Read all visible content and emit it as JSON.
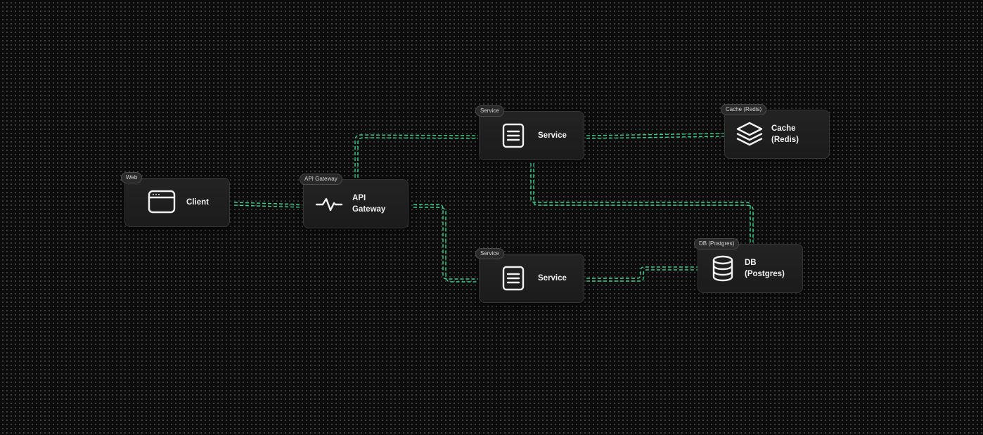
{
  "canvas": {
    "background_color": "#0c0c0c",
    "dot_color": "#4a4a4a",
    "edge_color": "#3fcf8e"
  },
  "nodes": {
    "client": {
      "badge": "Web",
      "label": "Client",
      "icon": "browser-window-icon"
    },
    "gateway": {
      "badge": "API Gateway",
      "label": "API\nGateway",
      "icon": "activity-pulse-icon"
    },
    "service_top": {
      "badge": "Service",
      "label": "Service",
      "icon": "document-lines-icon"
    },
    "cache": {
      "badge": "Cache (Redis)",
      "label": "Cache\n(Redis)",
      "icon": "layers-stack-icon"
    },
    "service_bottom": {
      "badge": "Service",
      "label": "Service",
      "icon": "document-lines-icon"
    },
    "db": {
      "badge": "DB (Postgres)",
      "label": "DB\n(Postgres)",
      "icon": "database-cylinder-icon"
    }
  },
  "edges": [
    {
      "from": "client",
      "to": "gateway"
    },
    {
      "from": "gateway",
      "to": "service_top"
    },
    {
      "from": "gateway",
      "to": "service_bottom"
    },
    {
      "from": "service_top",
      "to": "cache"
    },
    {
      "from": "service_top",
      "to": "db"
    },
    {
      "from": "service_bottom",
      "to": "db"
    }
  ]
}
